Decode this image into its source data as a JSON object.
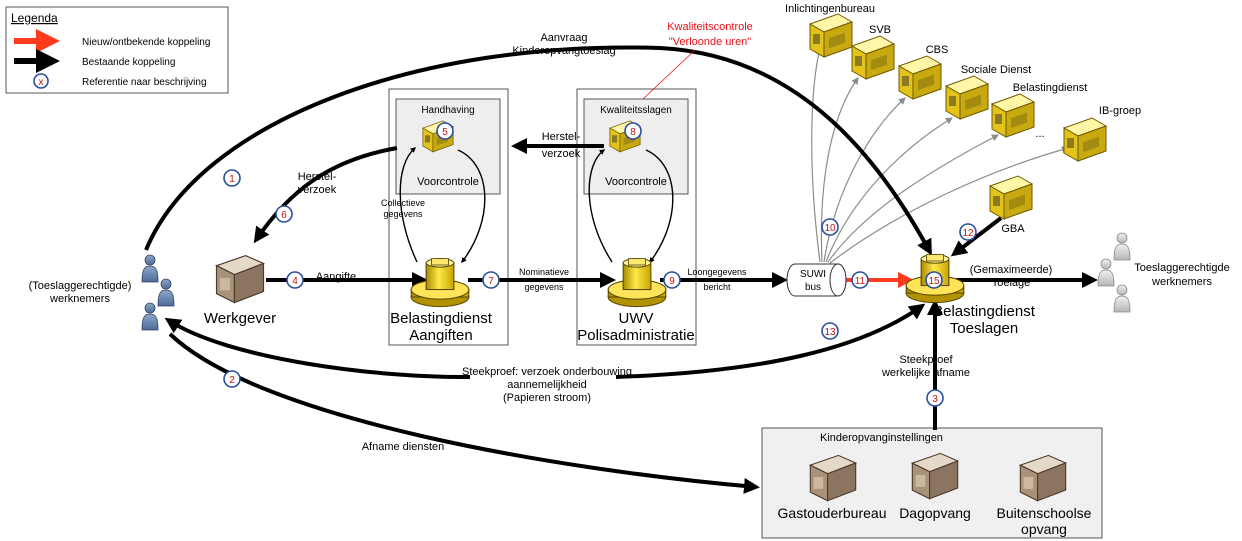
{
  "legend": {
    "title": "Legenda",
    "items": [
      {
        "label": "Nieuw/ontbekende koppeling",
        "kind": "new",
        "color": "#ff3b1e"
      },
      {
        "label": "Bestaande koppeling",
        "kind": "existing",
        "color": "#000000"
      },
      {
        "label": "Referentie naar beschrijving",
        "kind": "reference",
        "marker": "x"
      }
    ]
  },
  "colors": {
    "new_link": "#ff3b1e",
    "existing_link": "#000000",
    "secondary_link": "#8c8c8c",
    "reference_ring": "#2a4f9e",
    "reference_text": "#c0141c",
    "annotation": "#e8111a"
  },
  "annotation": {
    "line1": "Kwaliteitscontrole",
    "line2": "\"Verloonde uren\""
  },
  "systems": {
    "handhaving": {
      "title": "Handhaving",
      "sublabel": "Voorcontrole"
    },
    "kwaliteit": {
      "title": "Kwaliteitsslagen",
      "sublabel": "Voorcontrole"
    },
    "bd_aangiften": {
      "line1": "Belastingdienst",
      "line2": "Aangiften"
    },
    "uwv": {
      "line1": "UWV",
      "line2": "Polisadministratie"
    },
    "suwi": {
      "line1": "SUWI",
      "line2": "bus"
    },
    "bd_toeslagen": {
      "line1": "Belastingdienst",
      "line2": "Toeslagen"
    },
    "werkgever": "Werkgever",
    "gba": "GBA"
  },
  "sources": [
    "Inlichtingenbureau",
    "SVB",
    "CBS",
    "Sociale Dienst",
    "Belastingdienst",
    "IB-groep"
  ],
  "sources_ellipsis": "...",
  "actors": {
    "werknemers_left": {
      "line1": "(Toeslaggerechtigde)",
      "line2": "werknemers"
    },
    "werknemers_right": {
      "line1": "Toeslaggerechtigde",
      "line2": "werknemers"
    }
  },
  "kinderopvang": {
    "title": "Kinderopvanginstellingen",
    "items": [
      {
        "label_line1": "Gastouderbureau",
        "label_line2": ""
      },
      {
        "label_line1": "Dagopvang",
        "label_line2": ""
      },
      {
        "label_line1": "Buitenschoolse",
        "label_line2": "opvang"
      }
    ]
  },
  "flows": {
    "aanvraag": {
      "line1": "Aanvraag",
      "line2": "Kinderopvangtoeslag"
    },
    "herstel_werkgever": {
      "line1": "Herstel-",
      "line2": "verzoek"
    },
    "herstel_kwaliteit": {
      "line1": "Herstel-",
      "line2": "verzoek"
    },
    "collectieve": {
      "line1": "Collectieve",
      "line2": "gegevens"
    },
    "aangifte": "Aangifte",
    "nominatieve": {
      "line1": "Nominatieve",
      "line2": "gegevens"
    },
    "loongegevens": {
      "line1": "Loongegevens",
      "line2": "bericht"
    },
    "toelage": {
      "line1": "(Gemaximeerde)",
      "line2": "Toelage"
    },
    "steekproef_onderbouwing": {
      "line1": "Steekproef: verzoek onderbouwing",
      "line2": "aannemelijkheid",
      "line3": "(Papieren stroom)"
    },
    "steekproef_afname": {
      "line1": "Steekproef",
      "line2": "werkelijke afname"
    },
    "afname": "Afname diensten"
  },
  "references": [
    "1",
    "2",
    "3",
    "4",
    "5",
    "6",
    "7",
    "8",
    "9",
    "10",
    "11",
    "12",
    "13",
    "15"
  ]
}
